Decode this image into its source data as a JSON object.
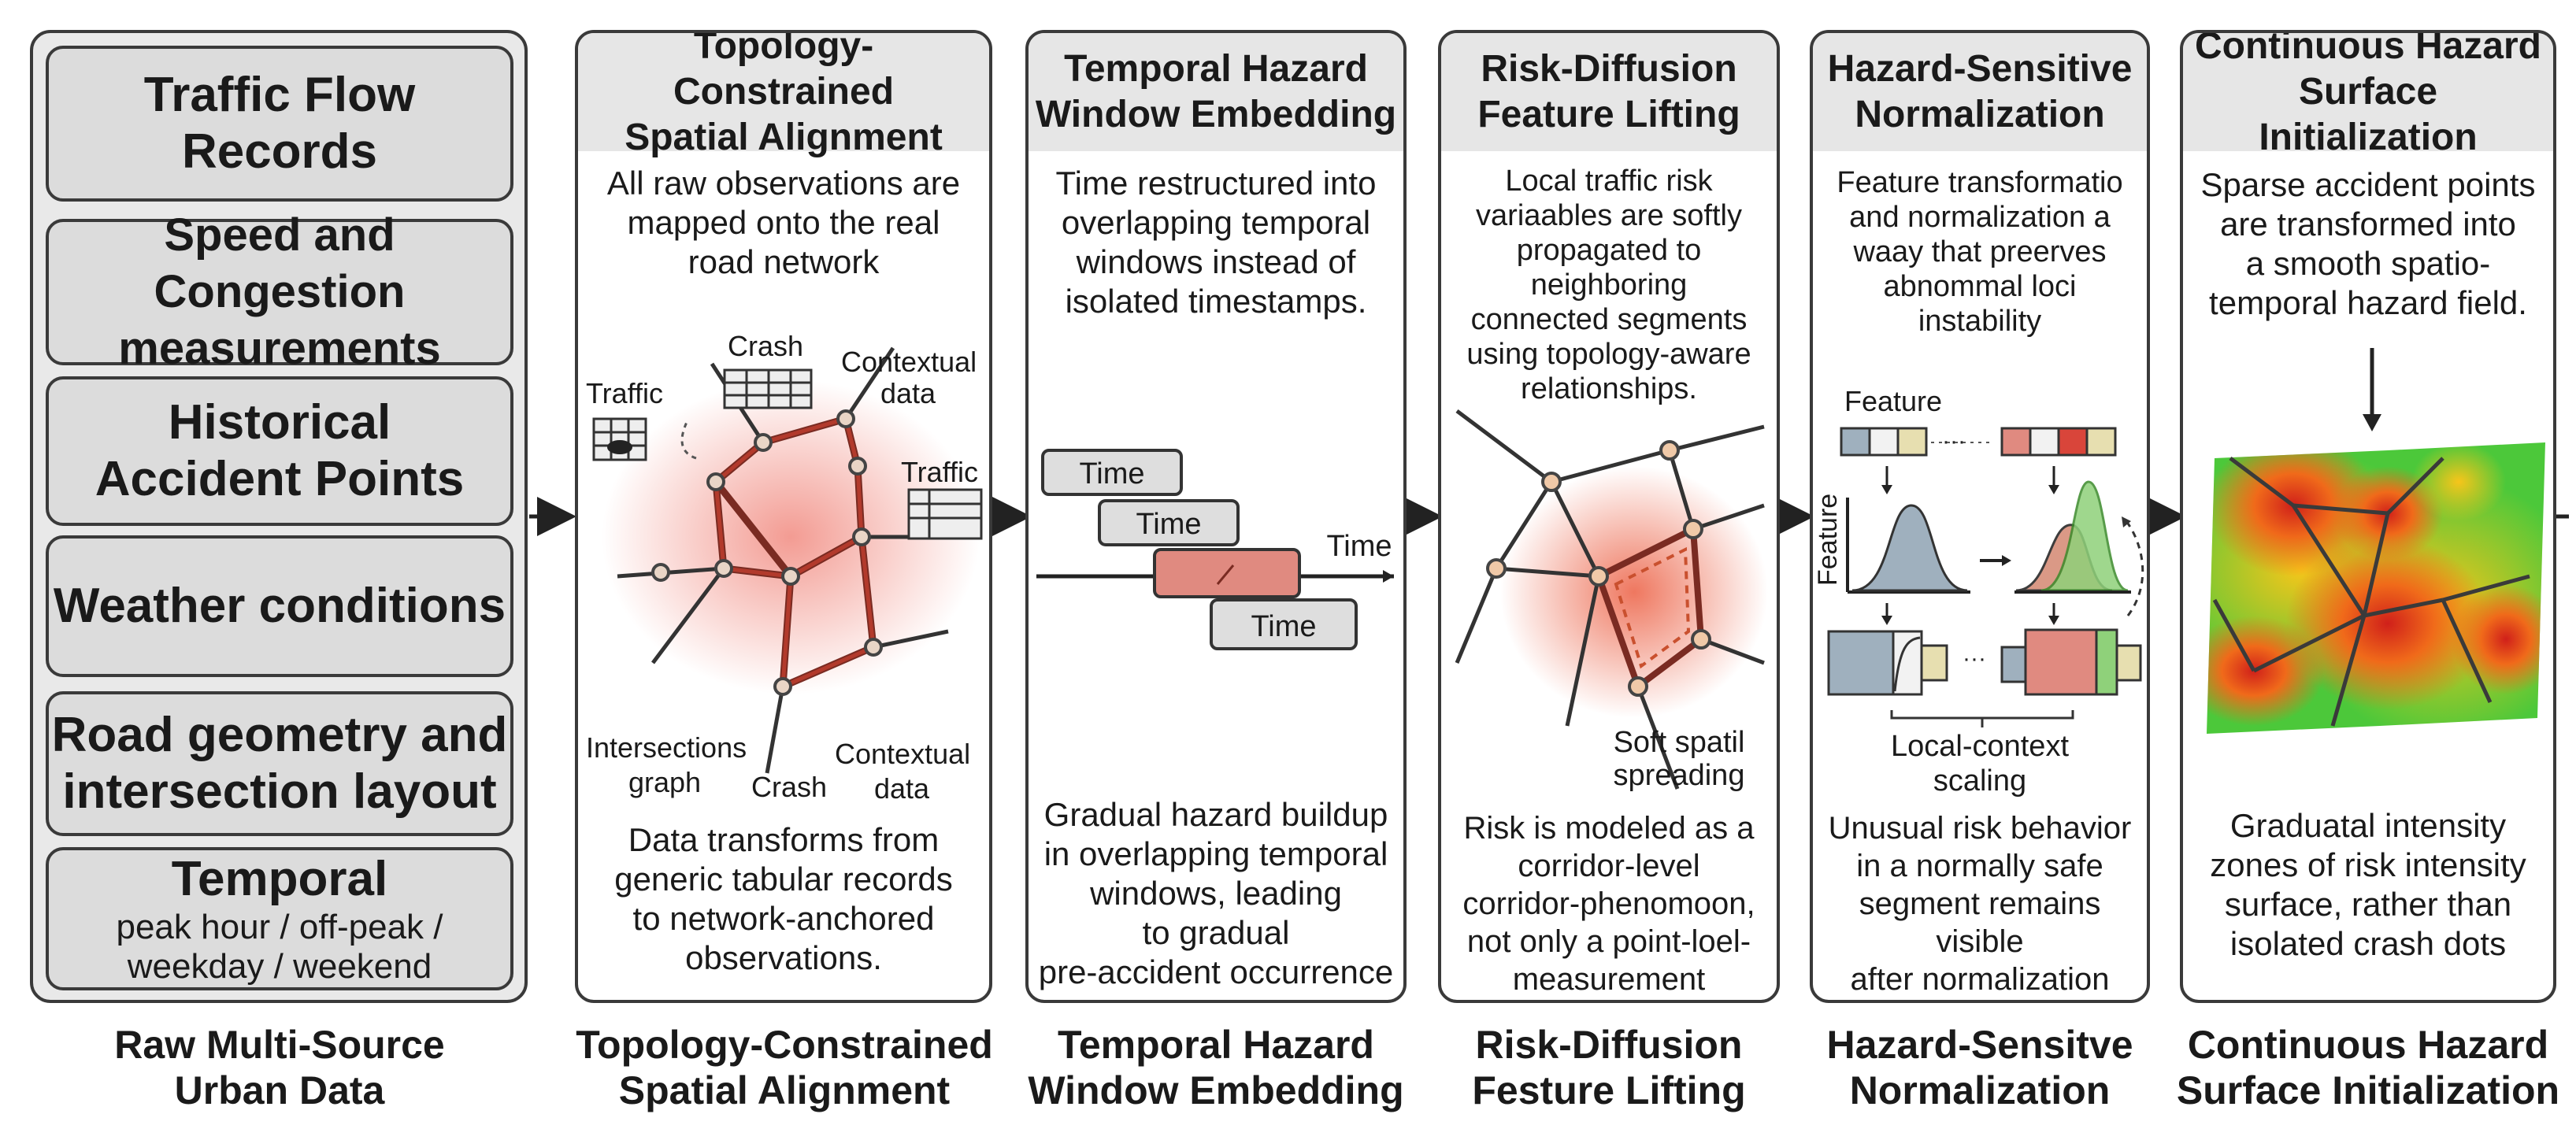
{
  "sources": [
    {
      "main": "Traffic Flow\nRecords",
      "sub": ""
    },
    {
      "main": "Speed and Congestion\nmeasurements",
      "sub": ""
    },
    {
      "main": "Historical\nAccident Points",
      "sub": ""
    },
    {
      "main": "Weather conditions",
      "sub": ""
    },
    {
      "main": "Road geometry and\nintersection layout",
      "sub": ""
    },
    {
      "main": "Temporal",
      "sub": "peak hour / off-peak /\nweekday / weekend"
    }
  ],
  "panels": [
    {
      "title": "Topology-Constrained\nSpatial Alignment",
      "top_text": "All raw observations are\nmapped onto the real\nroad network",
      "bottom_text": "Data transforms from\ngeneric tabular records\nto network-anchored\nobservations.",
      "labels": {
        "traffic_a": "Traffic",
        "crash_a": "Crash",
        "contextual_a": "Contextual\ndata",
        "traffic_b": "Traffic",
        "intersections": "Intersections\ngraph",
        "crash_b": "Crash",
        "contextual_b": "Contextual\ndata"
      }
    },
    {
      "title": "Temporal Hazard\nWindow Embedding",
      "top_text": "Time restructured into\noverlapping temporal\nwindows instead of\nisolated timestamps.",
      "bottom_text": "Gradual hazard buildup\nin overlapping temporal\nwindows, leading\nto gradual\npre-accident occurrence",
      "labels": {
        "win1": "Time",
        "win2": "Time",
        "win4": "Time",
        "axis": "Time"
      }
    },
    {
      "title": "Risk-Diffusion\nFeature Lifting",
      "top_text": "Local traffic risk\nvariaables are softly\npropagated to neighboring\nconnected segments\nusing topology-aware\nrelationships.",
      "bottom_text": "Risk is modeled as a\ncorridor-level\ncorridor-phenomoon,\nnot only a point-loel-\nmeasurement",
      "labels": {
        "soft": "Soft spatil\nspreading"
      }
    },
    {
      "title": "Hazard-Sensitive\nNormalization",
      "top_text": "Feature transformatio\nand normalization a\nwaay that preerves\nabnommal loci instability",
      "bottom_text": "Unusual risk behavior\nin a normally safe\nsegment remains\nvisible\nafter normalization",
      "labels": {
        "feature_top": "Feature",
        "feature_axis": "Feature",
        "dots_a": "···",
        "dots_b": "···",
        "local": "Local-context\nscaling"
      }
    },
    {
      "title": "Continuous Hazard\nSurface Initialization",
      "top_text": "Sparse accident points\nare transformed into\na smooth spatio-\ntemporal hazard field.",
      "bottom_text": "Graduatal intensity\nzones of risk intensity\nsurface, rather than\nisolated crash dots",
      "labels": {}
    }
  ],
  "bottom_labels": [
    "Raw Multi-Source\nUrban Data",
    "Topology-Constrained\nSpatial Alignment",
    "Temporal Hazard\nWindow Embedding",
    "Risk-Diffusion\nFesture Lifting",
    "Hazard-Sensitve\nNormalization",
    "Continuous Hazard\nSurface Initialization"
  ],
  "colors": {
    "border": "#3a3a3a",
    "header": "#e6e6e6",
    "risk_red": "#d73a2a",
    "window_red": "#e08a80",
    "green": "#8fd17a",
    "blue_gray": "#9fb0be"
  }
}
